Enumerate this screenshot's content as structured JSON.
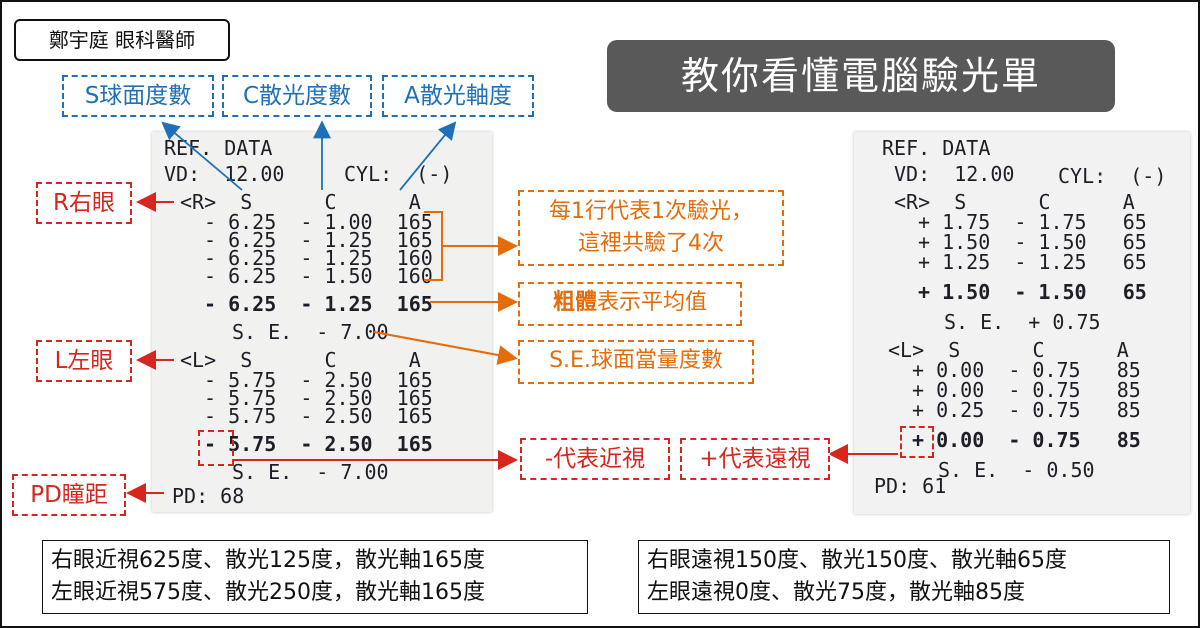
{
  "author": "鄭宇庭 眼科醫師",
  "title": "教你看懂電腦驗光單",
  "labels": {
    "sphere": "S球面度數",
    "cyl": "C散光度數",
    "axis": "A散光軸度",
    "right_eye": "R右眼",
    "left_eye": "L左眼",
    "pd": "PD瞳距",
    "minus_means": "-代表近視",
    "plus_means": "+代表遠視",
    "each_row_line1": "每1行代表1次驗光，",
    "each_row_line2": "這裡共驗了4次",
    "bold_means_bold": "粗體",
    "bold_means_rest": "表示平均值",
    "se_means": "S.E.球面當量度數"
  },
  "receipt_left": {
    "header": "REF. DATA",
    "vd": "VD:  12.00",
    "cyl_type": "CYL:  (-)",
    "r_header": "<R>  S      C      A",
    "r_rows": [
      "- 6.25  - 1.00  165",
      "- 6.25  - 1.25  165",
      "- 6.25  - 1.25  160",
      "- 6.25  - 1.50  160"
    ],
    "r_avg": "- 6.25  - 1.25  165",
    "r_se": "S. E.  - 7.00",
    "l_header": "<L>  S      C      A",
    "l_rows": [
      "- 5.75  - 2.50  165",
      "- 5.75  - 2.50  165",
      "- 5.75  - 2.50  165"
    ],
    "l_avg": "- 5.75  - 2.50  165",
    "l_se": "S. E.  - 7.00",
    "pd": "PD: 68"
  },
  "receipt_right": {
    "header": "REF. DATA",
    "vd": "VD:  12.00",
    "cyl_type": "CYL:  (-)",
    "r_header": "<R>  S      C      A",
    "r_rows": [
      "+ 1.75  - 1.75   65",
      "+ 1.50  - 1.50   65",
      "+ 1.25  - 1.25   65"
    ],
    "r_avg": "+ 1.50  - 1.50   65",
    "r_se": "S. E.  + 0.75",
    "l_header": "<L>  S      C      A",
    "l_rows": [
      "+ 0.00  - 0.75   85",
      "+ 0.00  - 0.75   85",
      "+ 0.25  - 0.75   85"
    ],
    "l_avg": "+ 0.00  - 0.75   85",
    "l_se": "S. E.  - 0.50",
    "pd": "PD: 61"
  },
  "summary_left": [
    "右眼近視625度、散光125度，散光軸165度",
    "左眼近視575度、散光250度，散光軸165度"
  ],
  "summary_right": [
    "右眼遠視150度、散光150度、散光軸65度",
    "左眼遠視0度、散光75度，散光軸85度"
  ],
  "colors": {
    "blue": "#1f70b8",
    "red": "#d6261e",
    "orange": "#e46c0a",
    "title_bg": "#595959"
  }
}
